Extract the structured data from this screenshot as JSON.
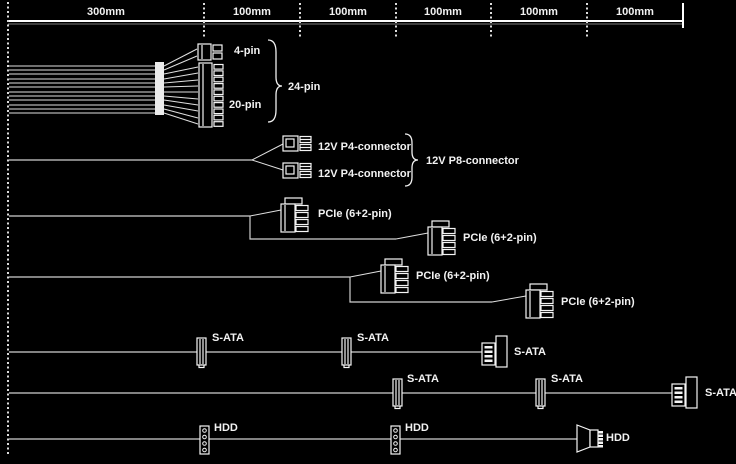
{
  "title": "PSU cable length diagram",
  "colors": {
    "background": "#000000",
    "wire": "#cfcfcf",
    "connector_stroke": "#f5f5f5",
    "text": "#f2f2f2"
  },
  "ruler": {
    "segments": [
      {
        "label": "300mm"
      },
      {
        "label": "100mm"
      },
      {
        "label": "100mm"
      },
      {
        "label": "100mm"
      },
      {
        "label": "100mm"
      },
      {
        "label": "100mm"
      }
    ]
  },
  "cables": {
    "atx": {
      "labels": {
        "four_pin": "4-pin",
        "twenty_pin": "20-pin",
        "total": "24-pin"
      }
    },
    "cpu": {
      "labels": {
        "p4_a": "12V P4-connector",
        "p4_b": "12V P4-connector",
        "p8": "12V P8-connector"
      }
    },
    "pcie1": {
      "labels": {
        "a": "PCIe (6+2-pin)",
        "b": "PCIe (6+2-pin)"
      }
    },
    "pcie2": {
      "labels": {
        "a": "PCIe (6+2-pin)",
        "b": "PCIe (6+2-pin)"
      }
    },
    "sata1": {
      "labels": {
        "a": "S-ATA",
        "b": "S-ATA",
        "c": "S-ATA"
      }
    },
    "sata2": {
      "labels": {
        "a": "S-ATA",
        "b": "S-ATA",
        "c": "S-ATA"
      }
    },
    "hdd": {
      "labels": {
        "a": "HDD",
        "b": "HDD",
        "c": "HDD"
      }
    }
  }
}
